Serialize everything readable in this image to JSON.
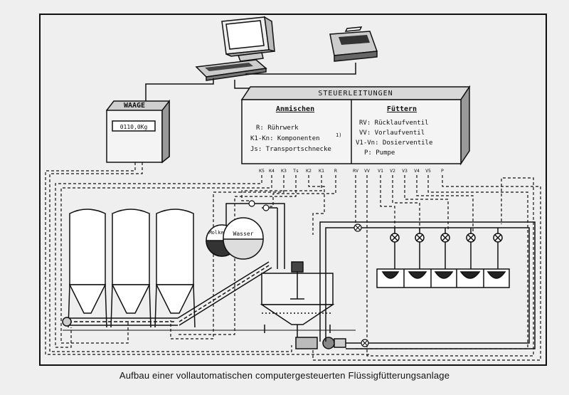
{
  "waage": {
    "title": "WAAGE",
    "display": "0110,0Kg"
  },
  "steuer": {
    "title": "STEUERLEITUNGEN",
    "anmischen": {
      "heading": "Anmischen",
      "items": [
        "R: Rührwerk",
        "K1-Kn: Komponenten",
        "Js: Transportschnecke"
      ],
      "footnote": "1)"
    },
    "fuettern": {
      "heading": "Füttern",
      "items": [
        "RV: Rücklaufventil",
        "VV: Vorlaufventil",
        "V1-Vn: Dosierventile",
        "P: Pumpe"
      ]
    },
    "ports_left": [
      "K5",
      "K4",
      "K3",
      "Ts",
      "K2",
      "K1",
      "R"
    ],
    "ports_right": [
      "RV",
      "VV",
      "V1",
      "V2",
      "V3",
      "V4",
      "V5",
      "P"
    ]
  },
  "tanks": {
    "small": "Molke",
    "large": "Wasser"
  },
  "caption": "Aufbau einer vollautomatischen computergesteuerten Flüssigfütterungsanlage"
}
